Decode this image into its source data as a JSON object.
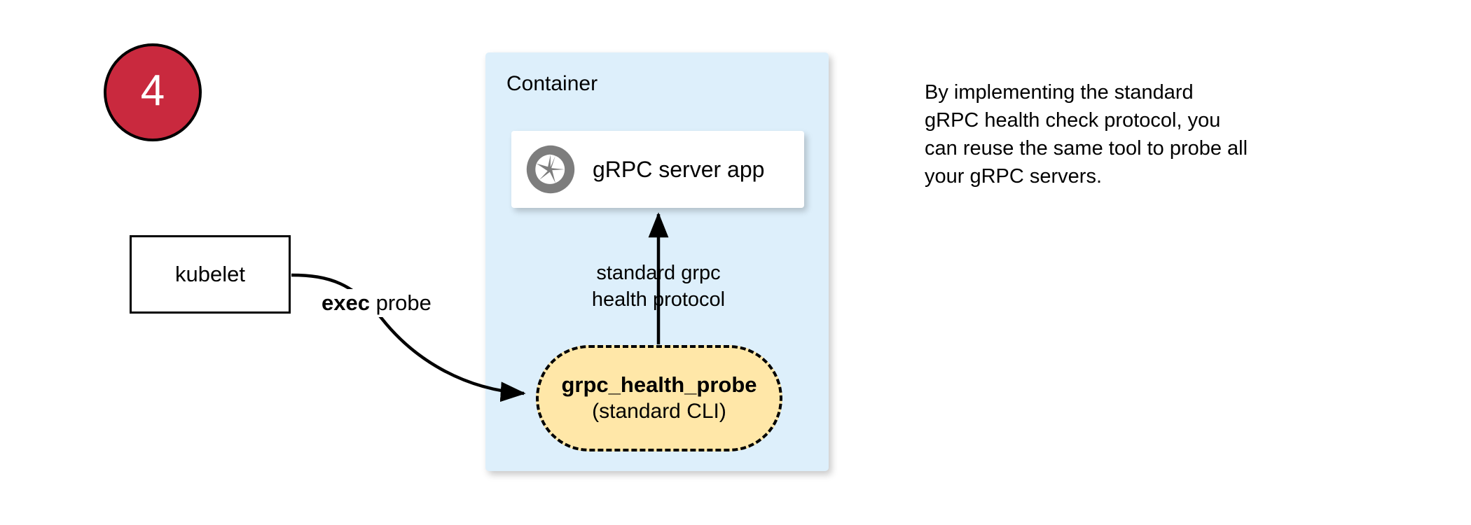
{
  "step": {
    "number": "4",
    "circle_fill": "#c9293e",
    "circle_border": "#000000",
    "number_color": "#ffffff"
  },
  "container": {
    "label": "Container",
    "fill": "#ddeffb"
  },
  "app_card": {
    "label": "gRPC server app",
    "icon": "aperture-icon",
    "icon_color": "#7d7d7d",
    "fill": "#ffffff"
  },
  "kubelet": {
    "label": "kubelet",
    "fill": "#ffffff",
    "border": "#000000"
  },
  "edges": {
    "exec_probe": {
      "bold_part": "exec",
      "rest_part": " probe"
    },
    "protocol": {
      "line1": "standard grpc",
      "line2": "health protocol"
    }
  },
  "probe": {
    "title": "grpc_health_probe",
    "subtitle": "(standard CLI)",
    "fill": "#ffe7a8",
    "border": "#000000",
    "border_style": "dashed"
  },
  "note": {
    "line1": "By implementing the standard",
    "line2": "gRPC health check protocol, you",
    "line3": "can reuse the same tool to probe all",
    "line4": "your gRPC servers."
  }
}
